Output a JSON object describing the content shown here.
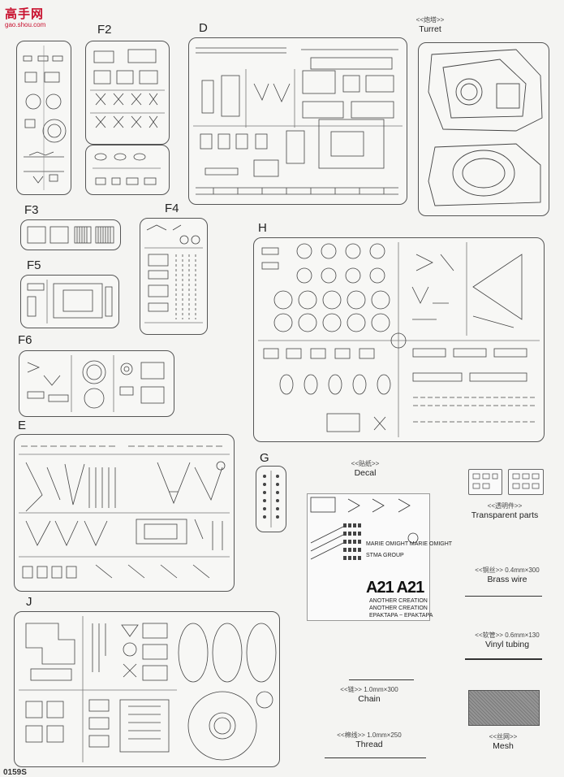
{
  "watermark": {
    "text": "高手网",
    "url": "gao.shou.com"
  },
  "page_number": "0159S",
  "sprues": {
    "f2": "F2",
    "d": "D",
    "f3": "F3",
    "f4": "F4",
    "f5": "F5",
    "f6": "F6",
    "h": "H",
    "e": "E",
    "g": "G",
    "j": "J"
  },
  "turret": {
    "cn": "<<炮塔>>",
    "en": "Turret"
  },
  "decal": {
    "cn": "<<贴纸>>",
    "en": "Decal"
  },
  "decal_content": {
    "big": "A21 A21",
    "line1": "ANOTHER CREATION",
    "line2": "ANOTHER CREATION",
    "line3": "MARIE OMIGHT  MARIE OMIGHT",
    "line4": "STMA GROUP",
    "line5": "EPAKTAPA ~ EPAKTAPA"
  },
  "transparent": {
    "cn": "<<透明件>>",
    "en": "Transparent parts"
  },
  "brass": {
    "cn": "<<铜丝>> 0.4mm×300",
    "en": "Brass wire"
  },
  "vinyl": {
    "cn": "<<软管>> 0.6mm×130",
    "en": "Vinyl tubing"
  },
  "chain": {
    "cn": "<<链>> 1.0mm×300",
    "en": "Chain"
  },
  "thread": {
    "cn": "<<棉线>> 1.0mm×250",
    "en": "Thread"
  },
  "mesh": {
    "cn": "<<丝网>>",
    "en": "Mesh"
  }
}
